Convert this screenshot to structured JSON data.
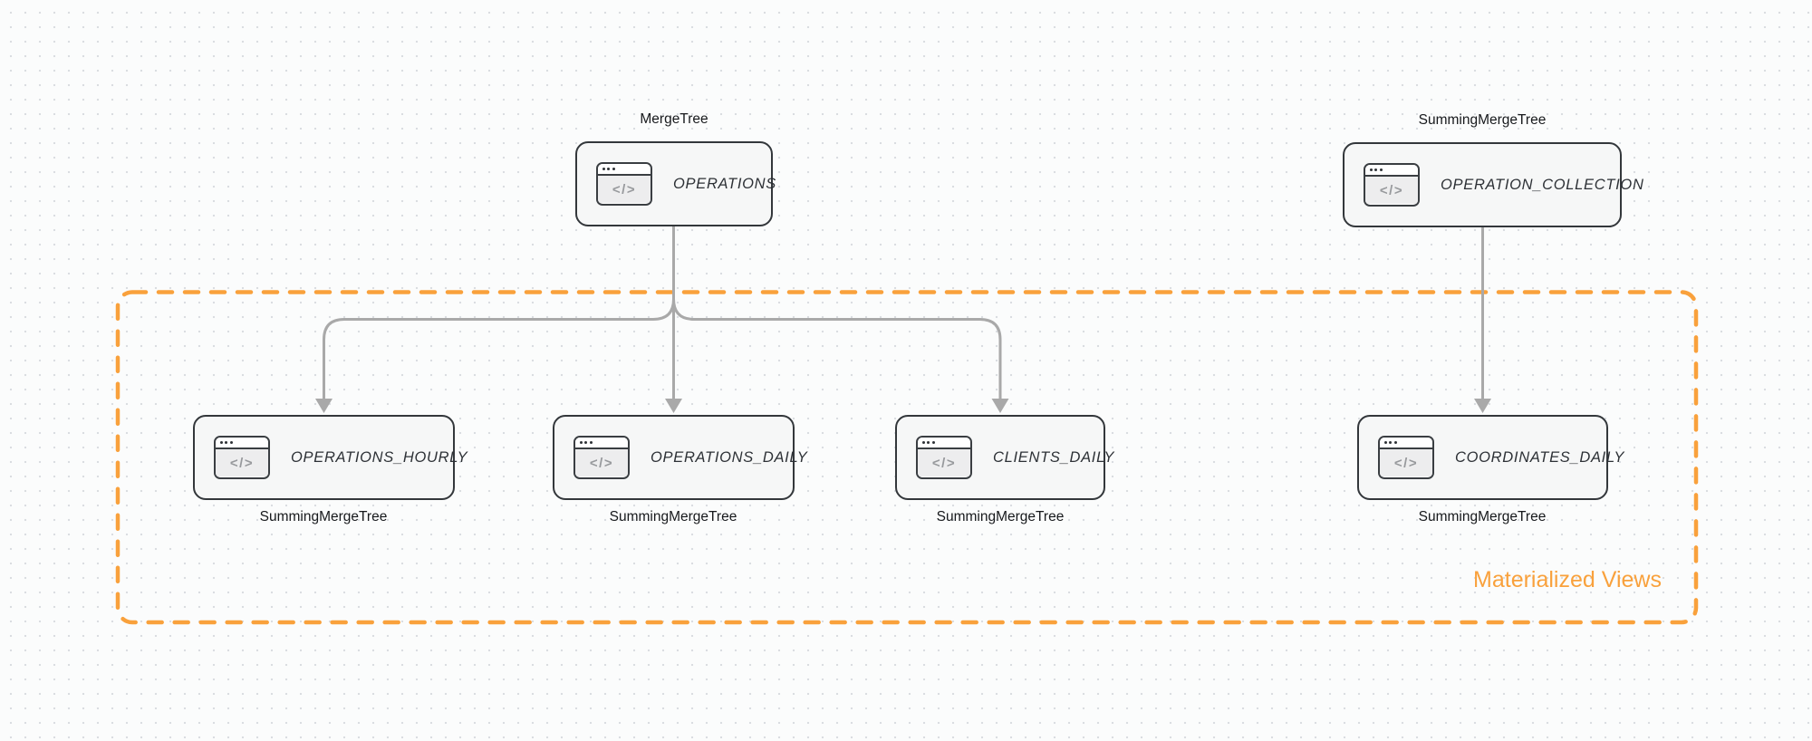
{
  "diagram": {
    "group_label": "Materialized Views",
    "icon_glyph": "</>",
    "colors": {
      "accent_orange": "#F9A13C",
      "node_border": "#33373B",
      "node_fill": "#F6F7F7",
      "edge_gray": "#A9A9A9",
      "canvas_background": "#FBFCFC"
    },
    "nodes": [
      {
        "id": "operations",
        "title": "OPERATIONS",
        "engine": "MergeTree"
      },
      {
        "id": "operation-collection",
        "title": "OPERATION_COLLECTION",
        "engine": "SummingMergeTree"
      },
      {
        "id": "operations-hourly",
        "title": "OPERATIONS_HOURLY",
        "engine": "SummingMergeTree"
      },
      {
        "id": "operations-daily",
        "title": "OPERATIONS_DAILY",
        "engine": "SummingMergeTree"
      },
      {
        "id": "clients-daily",
        "title": "CLIENTS_DAILY",
        "engine": "SummingMergeTree"
      },
      {
        "id": "coordinates-daily",
        "title": "COORDINATES_DAILY",
        "engine": "SummingMergeTree"
      }
    ]
  }
}
